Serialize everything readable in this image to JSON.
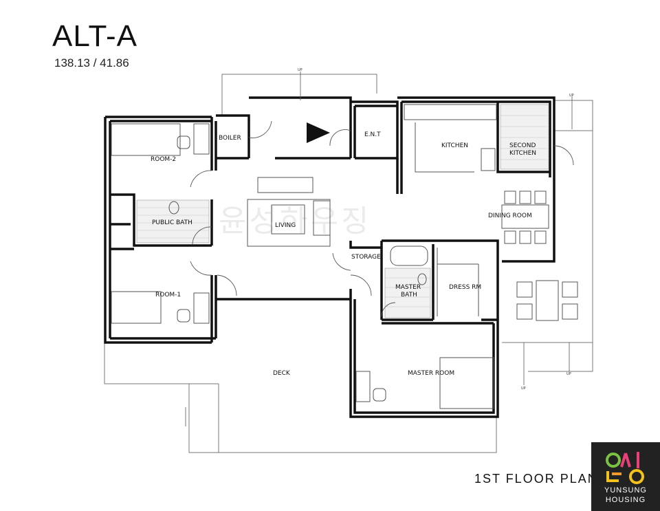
{
  "header": {
    "title": "ALT-A",
    "area": "138.13 / 41.86"
  },
  "rooms": {
    "boiler": "BOILER",
    "ent": "E.N.T",
    "kitchen": "KITCHEN",
    "second_kitchen_line1": "SECOND",
    "second_kitchen_line2": "KITCHEN",
    "room2": "ROOM-2",
    "public_bath": "PUBLIC BATH",
    "living": "LIVING",
    "dining_room": "DINING ROOM",
    "storage": "STORAGE",
    "master_bath_line1": "MASTER",
    "master_bath_line2": "BATH",
    "dress_room": "DRESS RM",
    "room1": "ROOM-1",
    "deck": "DECK",
    "master_room": "MASTER ROOM"
  },
  "markers": {
    "up": "UP"
  },
  "watermark": "윤성하우징",
  "footer": {
    "plan_label": "1ST  FLOOR  PLAN"
  },
  "logo": {
    "line1": "YUNSUNG",
    "line2": "HOUSING",
    "colors": {
      "background": "#222222",
      "green": "#7cc242",
      "pink": "#e8407a",
      "yellow": "#f4c21b",
      "orange": "#f29a2e"
    }
  }
}
